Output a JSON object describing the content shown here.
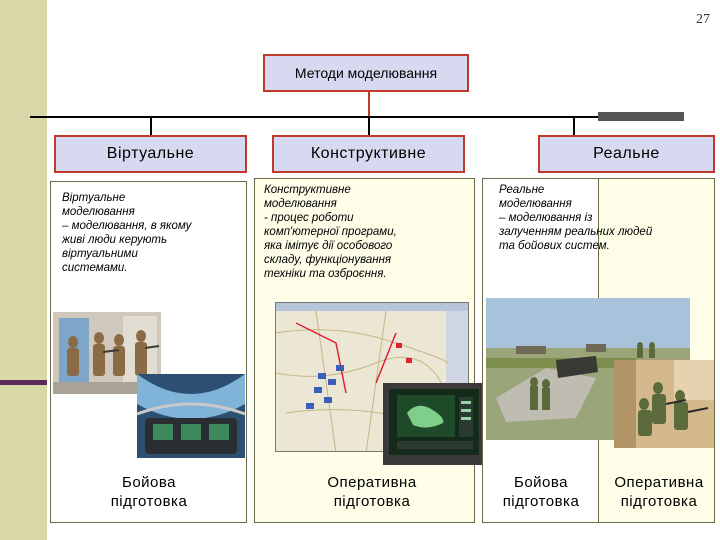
{
  "page_number": "27",
  "root": {
    "title": "Методи моделювання"
  },
  "columns": [
    {
      "header": "Віртуальне",
      "desc_lines": [
        "Віртуальне",
        "моделювання",
        "– моделювання, в якому",
        "живі люди керують",
        "віртуальними",
        "системами."
      ],
      "label_lines": [
        "Бойова",
        "підготовка"
      ]
    },
    {
      "header": "Конструктивне",
      "desc_lines": [
        "Конструктивне",
        "моделювання",
        "- процес роботи",
        "комп'ютерної програми,",
        "яка імітує дії особового",
        "складу, функціонування",
        "техніки та озброєння."
      ],
      "label_lines": [
        "Оперативна",
        "підготовка"
      ]
    },
    {
      "header": "Реальне",
      "desc_lines": [
        "Реальне",
        "моделювання",
        "– моделювання із",
        "залученням реальних людей",
        "та бойових систем."
      ],
      "labels": [
        {
          "lines": [
            "Бойова",
            "підготовка"
          ]
        },
        {
          "lines": [
            "Оперативна",
            "підготовка"
          ]
        }
      ]
    }
  ],
  "images": {
    "virtual_soldiers": "virtual-soldiers-photo",
    "virtual_cockpit": "cockpit-simulator-photo",
    "constructive_map": "tactical-map-screen",
    "constructive_monitor": "computer-monitor-photo",
    "real_field": "field-exercise-photo",
    "real_training": "soldiers-training-photo"
  },
  "colors": {
    "box_border": "#c0392b",
    "box_fill": "#d6d9ef",
    "left_strip": "#d9d8a8",
    "panel_fill": "#fdfde8"
  }
}
